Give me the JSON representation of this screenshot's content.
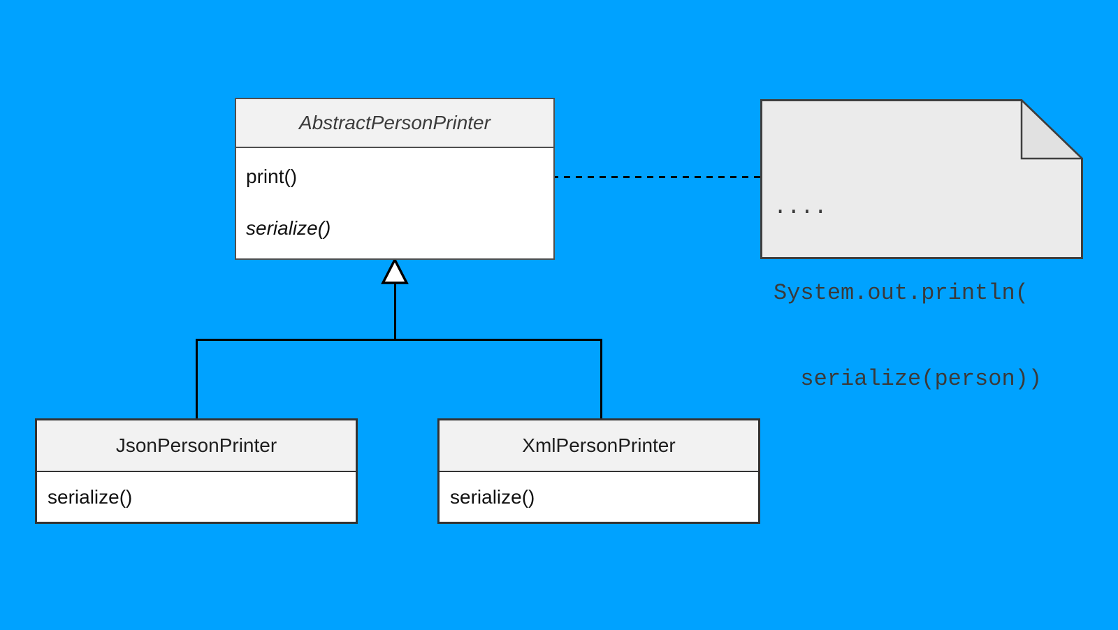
{
  "colors": {
    "background": "#00A2FF",
    "connector_line": "#000000",
    "parent_border": "#4F4F4F",
    "child_border": "#333333",
    "note_border": "#3F3F3F",
    "header_fill": "#F2F2F2",
    "body_fill": "#FFFFFF",
    "note_fill": "#EBEBEB",
    "note_fold_fill": "#E1E1E1"
  },
  "abstract_class": {
    "name": "AbstractPersonPrinter",
    "methods": [
      {
        "label": "print()",
        "abstract": false
      },
      {
        "label": "serialize()",
        "abstract": true
      }
    ]
  },
  "note": {
    "lines": [
      "....",
      "System.out.println(",
      "  serialize(person))"
    ]
  },
  "subclasses": [
    {
      "name": "JsonPersonPrinter",
      "method": "serialize()"
    },
    {
      "name": "XmlPersonPrinter",
      "method": "serialize()"
    }
  ]
}
